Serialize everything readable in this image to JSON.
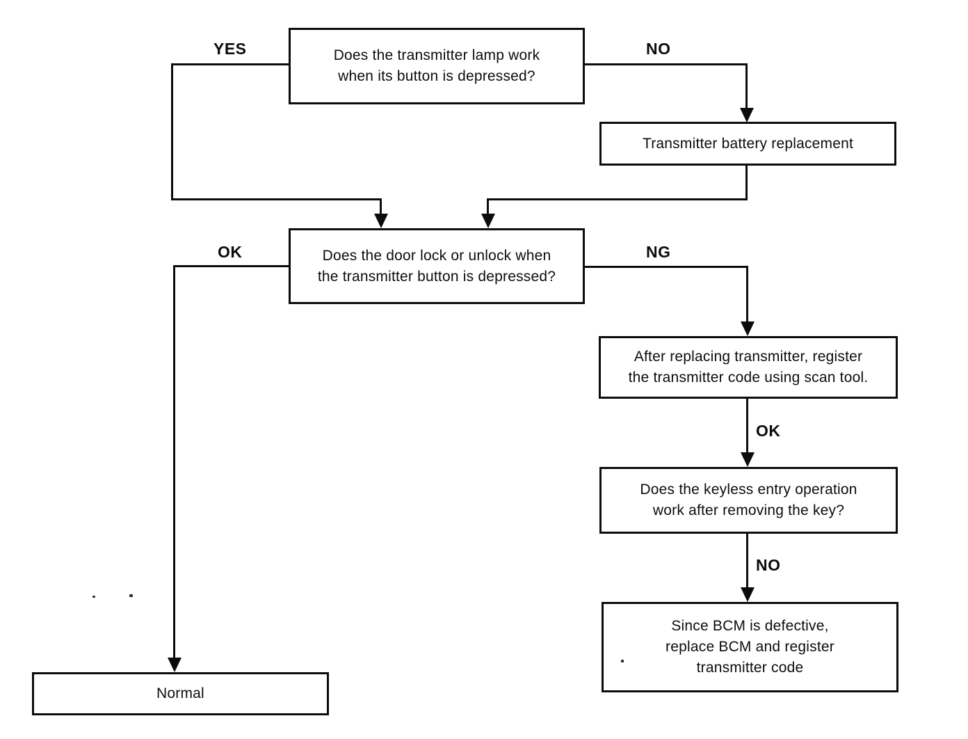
{
  "diagram": {
    "type": "flowchart",
    "colors": {
      "ink": "#0c0c0c",
      "paper": "#ffffff"
    },
    "nodes": {
      "q_lamp": {
        "lines": [
          "Does the transmitter lamp work",
          "when its button is depressed?"
        ]
      },
      "battery": {
        "lines": [
          "Transmitter battery replacement"
        ]
      },
      "q_door": {
        "lines": [
          "Does the door lock or unlock when",
          "the transmitter button is depressed?"
        ]
      },
      "register": {
        "lines": [
          "After replacing transmitter, register",
          "the transmitter code using scan tool."
        ]
      },
      "q_keyless": {
        "lines": [
          "Does the keyless entry operation",
          "work after removing the key?"
        ]
      },
      "bcm": {
        "lines": [
          "Since BCM is defective,",
          "replace BCM and register",
          "transmitter code"
        ]
      },
      "normal": {
        "lines": [
          "Normal"
        ]
      }
    },
    "edge_labels": {
      "yes_top": "YES",
      "no_top": "NO",
      "ok_door": "OK",
      "ng_door": "NG",
      "ok_register": "OK",
      "no_keyless": "NO"
    }
  }
}
